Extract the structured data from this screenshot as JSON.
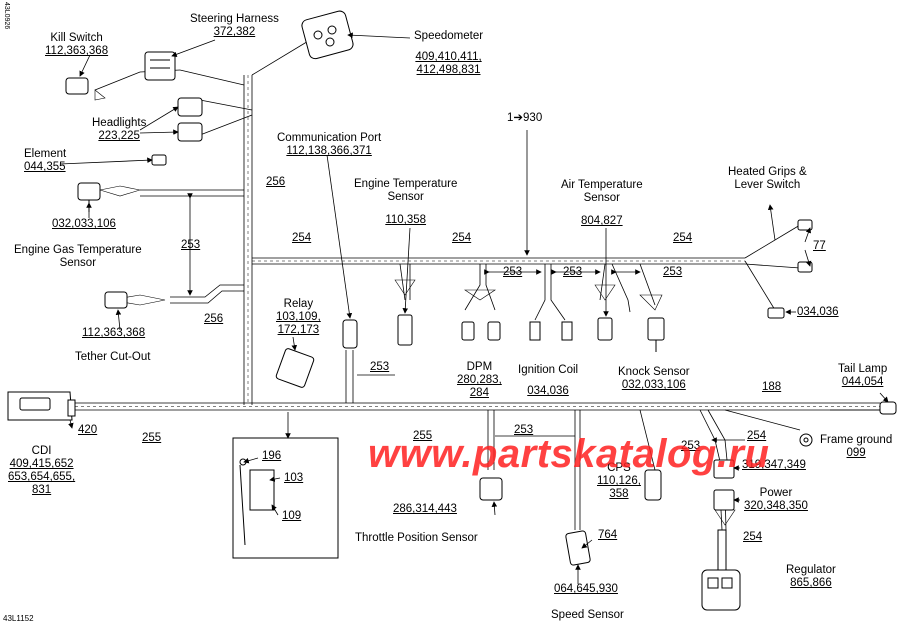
{
  "corner_codes": {
    "top_left": "43L0926",
    "bottom_left": "43L1152"
  },
  "watermark": "www.partskatalog.ru",
  "components": {
    "kill_switch": {
      "name": "Kill Switch",
      "refs": "112,363,368"
    },
    "steering_harness": {
      "name": "Steering Harness",
      "refs": "372,382"
    },
    "speedometer": {
      "name": "Speedometer",
      "refs_line1": "409,410,411,",
      "refs_line2": "412,498,831"
    },
    "headlights": {
      "name": "Headlights",
      "refs": "223,225"
    },
    "element": {
      "name": "Element",
      "refs": "044,355"
    },
    "engine_gas_temp": {
      "refs": "032,033,106",
      "name_line1": "Engine Gas Temperature",
      "name_line2": "Sensor"
    },
    "tether_cutout": {
      "refs": "112,363,368",
      "name": "Tether Cut-Out"
    },
    "communication_port": {
      "name": "Communication Port",
      "refs": "112,138,366,371"
    },
    "engine_temp_sensor": {
      "name_line1": "Engine Temperature",
      "name_line2": "Sensor",
      "refs": "110,358"
    },
    "air_temp_sensor": {
      "name_line1": "Air Temperature",
      "name_line2": "Sensor",
      "refs": "804,827"
    },
    "heated_grips": {
      "name_line1": "Heated Grips &",
      "name_line2": "Lever Switch",
      "refs_a": "77",
      "refs_b": "034,036"
    },
    "relay": {
      "name": "Relay",
      "refs_line1": "103,109,",
      "refs_line2": "172,173"
    },
    "dpm": {
      "name": "DPM",
      "refs_line1": "280,283,",
      "refs_line2": "284"
    },
    "ignition_coil": {
      "name": "Ignition Coil",
      "refs": "034,036"
    },
    "knock_sensor": {
      "name": "Knock Sensor",
      "refs": "032,033,106"
    },
    "tail_lamp": {
      "name": "Tail Lamp",
      "refs": "044,054"
    },
    "cdi": {
      "name": "CDI",
      "refs_line1": "409,415,652",
      "refs_line2": "653,654,655,",
      "refs_line3": "831",
      "ref_420": "420"
    },
    "fuse_box": {
      "ref_196": "196",
      "ref_103": "103",
      "ref_109": "109"
    },
    "frame_ground": {
      "name": "Frame ground",
      "refs": "099"
    },
    "cps": {
      "name": "CPS",
      "refs_line1": "110,126,",
      "refs_line2": "358"
    },
    "connector_319": {
      "refs": "319,347,349"
    },
    "power": {
      "name": "Power",
      "refs": "320,348,350"
    },
    "throttle_position_sensor": {
      "refs": "286,314,443",
      "name": "Throttle Position Sensor"
    },
    "speed_sensor": {
      "refs_764": "764",
      "refs": "064,645,930",
      "name": "Speed Sensor"
    },
    "regulator": {
      "name": "Regulator",
      "refs": "865,866"
    }
  },
  "harness_labels": {
    "l256_top": "256",
    "l253_left": "253",
    "l256_mid": "256",
    "l254_a": "254",
    "l254_b": "254",
    "l254_c": "254",
    "l253_a": "253",
    "l253_b": "253",
    "l253_c": "253",
    "l253_relay": "253",
    "l188": "188",
    "l255_a": "255",
    "l255_b": "255",
    "l253_tps": "253",
    "l253_cps": "253",
    "l254_fg": "254",
    "l254_reg": "254",
    "l1_930": "1➔930"
  }
}
